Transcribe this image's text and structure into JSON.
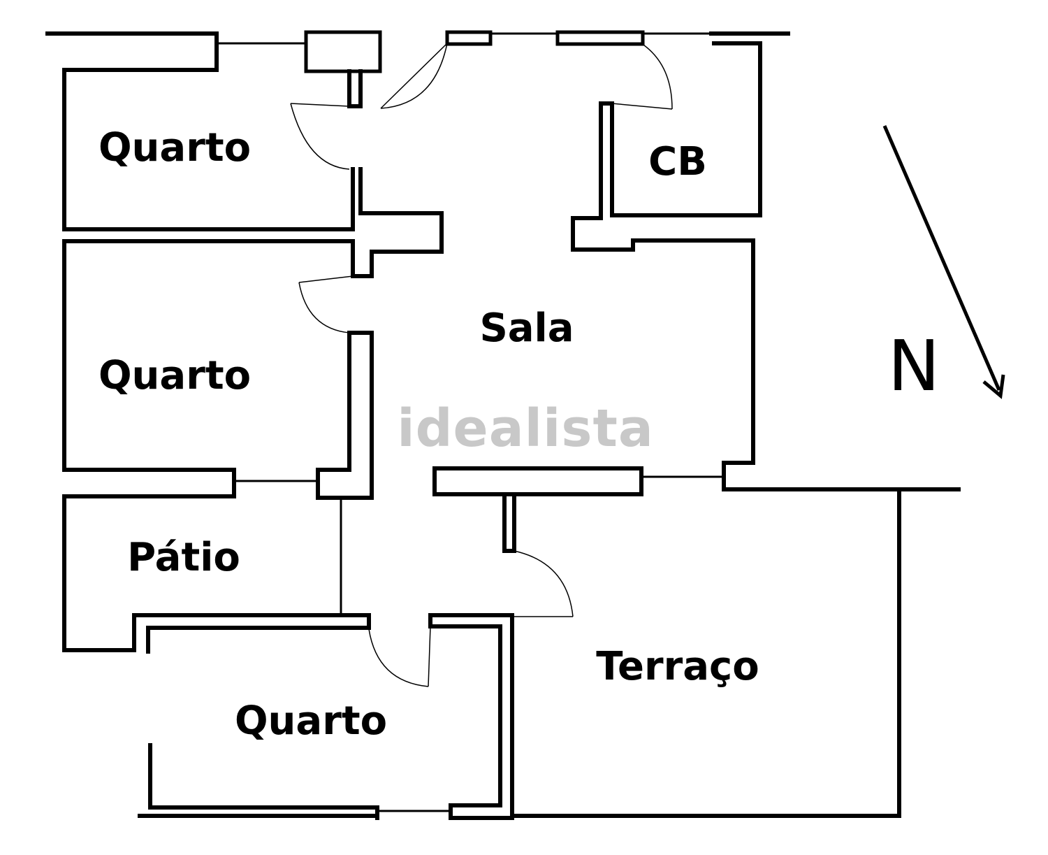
{
  "rooms": {
    "quarto_top": "Quarto",
    "quarto_middle": "Quarto",
    "quarto_bottom": "Quarto",
    "cb": "CB",
    "sala": "Sala",
    "patio": "Pátio",
    "terraco": "Terraço"
  },
  "compass": {
    "letter": "N",
    "icon": "north-arrow-icon"
  },
  "watermark": {
    "text": "idealista",
    "color": "#c8c8c8"
  },
  "colors": {
    "walls": "#000000",
    "background": "#ffffff"
  }
}
